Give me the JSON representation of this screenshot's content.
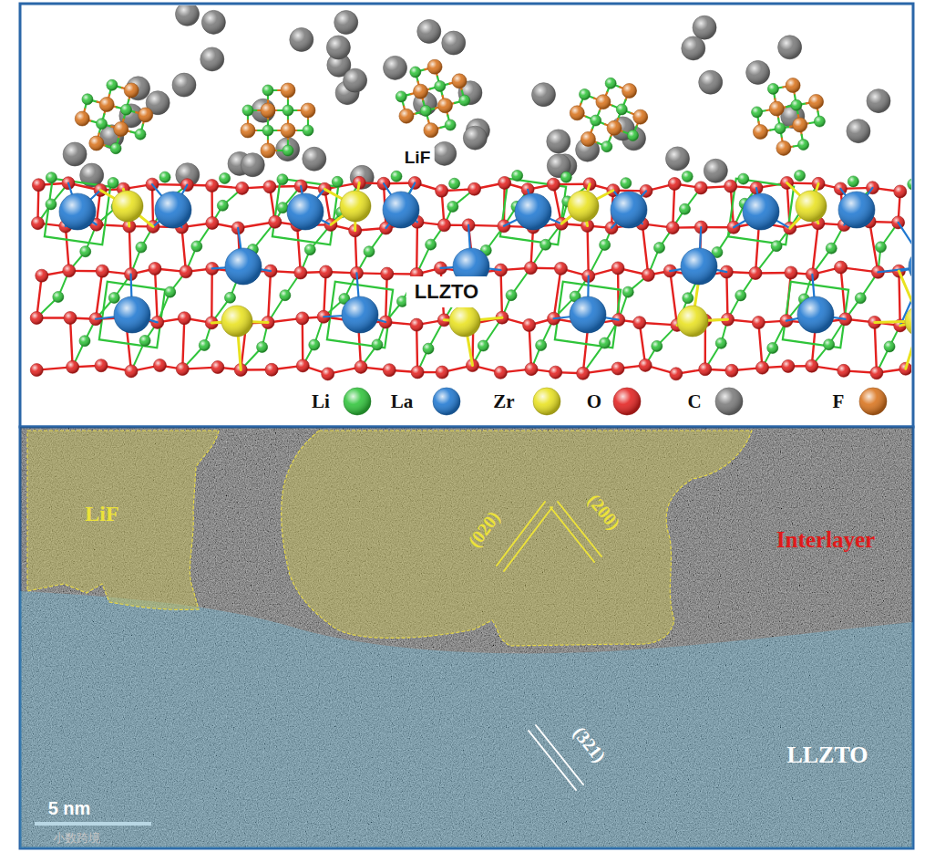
{
  "diagram": {
    "nodes": [
      {
        "text": [
          "LiF"
        ]
      },
      {
        "text": [
          "(020)",
          "(200)"
        ]
      },
      {
        "text": [
          "Interlayer"
        ]
      },
      {
        "text": [
          "(321)",
          "LLZTO"
        ]
      }
    ],
    "labels": [
      "LiF",
      "LLZTO",
      "5 nm",
      "小数跨境"
    ],
    "legend": [
      {
        "text": "Li",
        "color": "#2fc43a"
      },
      {
        "text": "La",
        "color": "#1f78d1"
      },
      {
        "text": "Zr",
        "color": "#e9e21f"
      },
      {
        "text": "O",
        "color": "#e3211f"
      },
      {
        "text": "C",
        "color": "#7a7a7a"
      },
      {
        "text": "F",
        "color": "#d9731c"
      }
    ]
  }
}
